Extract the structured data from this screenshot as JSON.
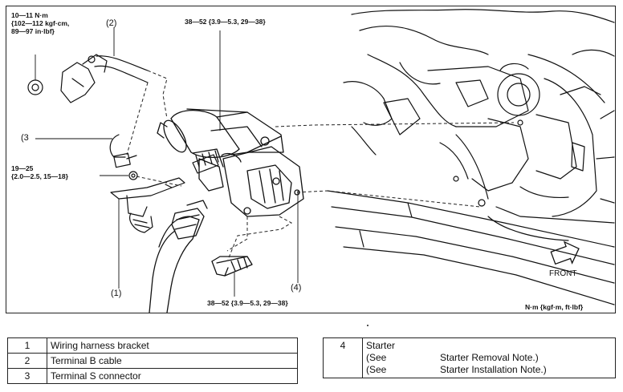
{
  "diagram": {
    "torque_labels": {
      "t1": "10—11 N·m\n{102—112 kgf·cm,\n89—97 in·lbf}",
      "t2": "38—52 {3.9—5.3, 29—38}",
      "t3": "19—25\n{2.0—2.5, 15—18}",
      "t4": "38—52 {3.9—5.3, 29—38}"
    },
    "callouts": [
      "1",
      "2",
      "3",
      "4"
    ],
    "units": "N·m {kgf·m, ft·lbf}",
    "front_label": "FRONT",
    "icons": [
      "front-arrow-icon"
    ]
  },
  "parts_left": [
    {
      "num": "1",
      "name": "Wiring harness bracket"
    },
    {
      "num": "2",
      "name": "Terminal B cable"
    },
    {
      "num": "3",
      "name": "Terminal S connector"
    }
  ],
  "parts_right": {
    "num": "4",
    "name": "Starter",
    "notes": [
      {
        "prefix": "(See",
        "text": "Starter Removal Note.)"
      },
      {
        "prefix": "(See",
        "text": "Starter Installation Note.)"
      }
    ]
  }
}
